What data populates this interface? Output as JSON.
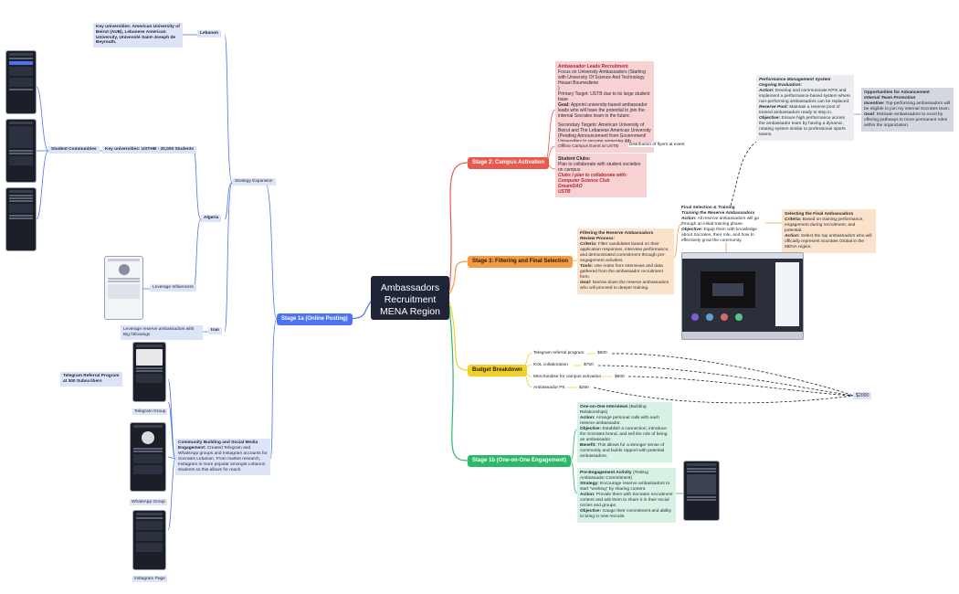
{
  "central": "Ambassadors Recruitment MENA Region",
  "stages": {
    "s2": "Stage 2: Campus Activation",
    "s3": "Stage 3: Filtering and Final Selection",
    "budget": "Budget Breakdown",
    "s1b": "Stage 1b (One-on-One Engagement)",
    "s1a": "Stage 1a (Online Posting)"
  },
  "stage2": {
    "leads_title": "Ambassador Leads Recruitment",
    "leads_focus": "Focus on University Ambassadors (Starting with University Of Science And Technology Houari Boumediene",
    "leads_paren": ")",
    "leads_primary": "Primary Target: USTB due to its large student base",
    "leads_goal_label": "Goal:",
    "leads_goal": " Appoint university-based ambassador leads who will have the potential to join the internal Socrates team in the future.",
    "leads_secondary": "Secondary Targets: American University of Beirut and The Lebanese American University (Pending Announcement from Government! Universities to resume semester 4th November)",
    "offline": "Offline Campus Event at USTB",
    "flyers": "Distribution of flyers at event",
    "clubs_title": "Student Clubs:",
    "clubs_text": "Plan to collaborate with student societies on campus",
    "clubs_plan": "Clubs I plan to collaborate with:",
    "club1": "Computer Science Club",
    "club2": "DreamDAO",
    "club3": "USTB"
  },
  "pms": {
    "title": "Performance Management System",
    "subtitle": "Ongoing Evaluation:",
    "action_label": "Action:",
    "action": " Develop and communicate KPIs and implement a performance-based system where non-performing ambassadors can be replaced.",
    "pool_label": "Reserve Pool:",
    "pool": " Maintain a reserve pool of trained ambassadors ready to step in.",
    "obj_label": "Objective:",
    "obj": " Ensure high performance across the ambassador team by having a dynamic, rotating system similar to professional sports teams."
  },
  "advancement": {
    "title": "Opportunities for Advancement",
    "subtitle": "Internal Team Promotion",
    "inc_label": "Incentive:",
    "inc": " Top-performing ambassadors will be eligible to join my internal Socrates team.",
    "goal_label": "Goal:",
    "goal": " Motivate ambassadors to excel by offering pathways to more permanent roles within the organization."
  },
  "stage3": {
    "filter_title": "Filtering the Reserve Ambassadors",
    "filter_sub": "Review Process:",
    "crit_label": "Criteria:",
    "crit": " Filter candidates based on their application responses, interview performance, and demonstrated commitment through pre-engagement activities.",
    "tools_label": "Tools:",
    "tools": " Use notes from interviews and data gathered from the ambassador recruitment form.",
    "goal_label": "Goal:",
    "goal": " Narrow down the reserve ambassadors who will proceed to deeper training.",
    "final_title": "Final Selection & Training",
    "final_sub": "Training the Reserve Ambassadors",
    "final_action_label": "Action:",
    "final_action": " All reserve ambassadors will go through an initial training phase.",
    "final_obj_label": "Objective:",
    "final_obj": " Equip them with knowledge about Socrates, their role, and how to effectively grow the community.",
    "select_title": "Selecting the Final Ambassadors",
    "select_crit_label": "Criteria:",
    "select_crit": " Based on training performance, engagement during recruitment, and potential.",
    "select_action_label": "Action:",
    "select_action": " Select the top ambassadors who will officially represent Socrates Global in the MENA region."
  },
  "budget": {
    "items": [
      {
        "label": "Telegram referral program",
        "value": "$500"
      },
      {
        "label": "KOL collaboration",
        "value": "$750"
      },
      {
        "label": "Merchandise for campus activation",
        "value": "$500"
      },
      {
        "label": "Ambassador PK",
        "value": "$250"
      }
    ],
    "total": "$2000"
  },
  "stage1b": {
    "one_title": "One-on-One Interviews",
    "one_paren": " (Building Relationships)",
    "one_action_label": "Action:",
    "one_action": " Arrange personal calls with each reserve ambassador.",
    "one_obj_label": "Objective:",
    "one_obj": " Establish a connection, introduce the Socrates brand, and sell the role of being an ambassador.",
    "one_benefit_label": "Benefit:",
    "one_benefit": " This allows for a stronger sense of community and builds rapport with potential ambassadors.",
    "pre_title": "Pre-Engagement Activity",
    "pre_paren": " (Testing Ambassador Commitment)",
    "pre_strategy_label": "Strategy:",
    "pre_strategy": " Encourage reserve ambassadors to start \"working\" by sharing content.",
    "pre_action_label": "Action:",
    "pre_action": " Provide them with Socrates recruitment content and ask them to share it in their social circles and groups.",
    "pre_obj_label": "Objective:",
    "pre_obj": " Gauge their commitment and ability to bring in new recruits."
  },
  "stage1a": {
    "strategy": "Strategy Expansion",
    "lebanon": "Lebanon",
    "lebanon_unis": "Key universities: American University of Beirut (AUB), Lebanese American University, Université Saint-Joseph de Beyrouth.",
    "algeria": "Algeria",
    "algeria_unis": "Key universities: USTHB - 20,000 Students",
    "student_communities": "Student Communities",
    "leverage_influencers": "Leverage Influencers",
    "iran": "Iran",
    "reserve_followings": "Leverage reserve ambassadors with Big followings",
    "community_title": "Community Building and Social Media Engagement:",
    "community_text": " Created Telegram and WhatsApp groups  and Instagram accounts for Socrates Lebanon. From market research, Instagram is more popular amongst Lebanon students so this allows for reach.",
    "telegram_referral": "Telegram Referral Program at 300 Subscribers",
    "telegram_group": "Telegram Group",
    "whatsapp_group": "WhatsApp Group",
    "instagram_page": "Instagram Page"
  },
  "colors": {
    "s2": "#e85a50",
    "s3": "#f39a44",
    "budget": "#f2cf2b",
    "s1b": "#2eb86b",
    "s1a": "#4d74f0"
  }
}
